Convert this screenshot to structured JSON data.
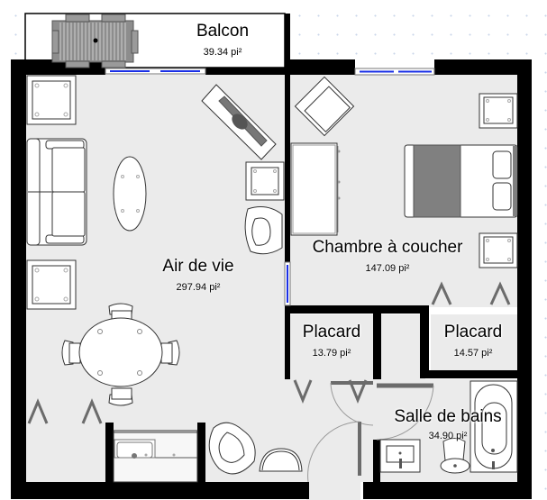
{
  "plan": {
    "area_unit": "pi²",
    "colors": {
      "wall": "#000000",
      "floor": "#ebebeb",
      "window": "#1a2fe6",
      "door": "#6b6b6b",
      "furniture_fill": "#ffffff",
      "furniture_stroke": "#333333",
      "bed_blanket": "#808080",
      "grid_dot": "#c9d6ea"
    },
    "rooms": [
      {
        "id": "balcon",
        "name": "Balcon",
        "area": "39.34 pi²"
      },
      {
        "id": "air-de-vie",
        "name": "Air de vie",
        "area": "297.94 pi²"
      },
      {
        "id": "chambre",
        "name": "Chambre à coucher",
        "area": "147.09 pi²"
      },
      {
        "id": "placard-1",
        "name": "Placard",
        "area": "13.79 pi²"
      },
      {
        "id": "placard-2",
        "name": "Placard",
        "area": "14.57 pi²"
      },
      {
        "id": "salle-de-bains",
        "name": "Salle de bains",
        "area": "34.90 pi²"
      }
    ],
    "furniture": [
      "patio-table-icon",
      "armchair-icon",
      "sofa-icon",
      "oval-coffee-table-icon",
      "tv-stand-icon",
      "end-table-icon",
      "tub-chair-icon",
      "round-dining-table-icon",
      "dining-chair-icon",
      "kitchen-counter-icon",
      "sink-icon",
      "desk-icon",
      "double-bed-icon",
      "pillow-icon",
      "nightstand-icon",
      "bathtub-icon",
      "toilet-icon",
      "bathroom-vanity-icon",
      "half-round-table-icon"
    ]
  }
}
